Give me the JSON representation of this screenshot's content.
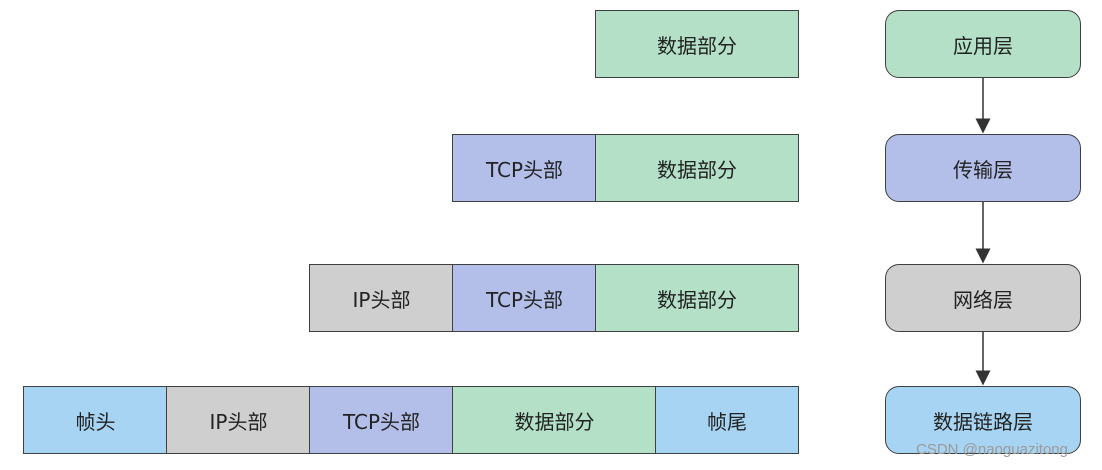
{
  "rows": {
    "application": {
      "data": "数据部分"
    },
    "transport": {
      "tcp_header": "TCP头部",
      "data": "数据部分"
    },
    "network": {
      "ip_header": "IP头部",
      "tcp_header": "TCP头部",
      "data": "数据部分"
    },
    "link": {
      "frame_header": "帧头",
      "ip_header": "IP头部",
      "tcp_header": "TCP头部",
      "data": "数据部分",
      "frame_trailer": "帧尾"
    }
  },
  "layers": [
    "应用层",
    "传输层",
    "网络层",
    "数据链路层"
  ],
  "colors": {
    "data": "#b3e0c6",
    "tcp": "#b3bfe8",
    "ip": "#cfcfcf",
    "frame": "#a7d4f2",
    "border": "#404040"
  },
  "watermark": "CSDN @naoguazitong"
}
